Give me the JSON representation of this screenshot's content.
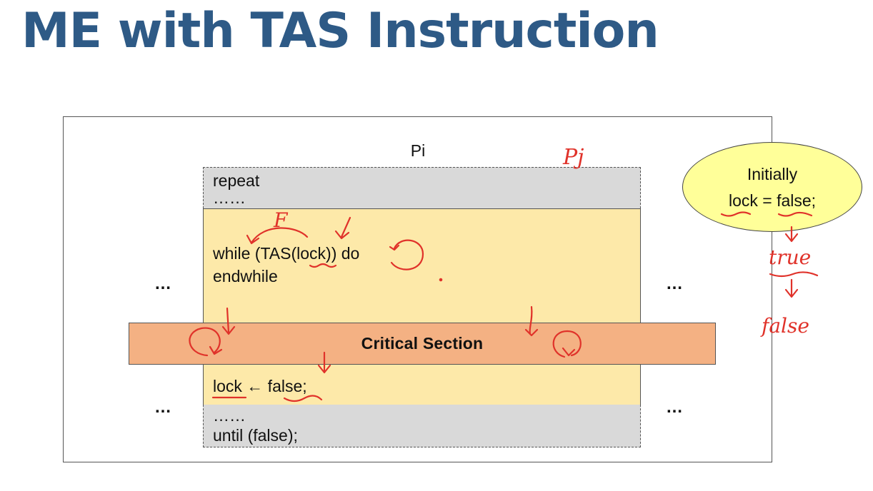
{
  "slide": {
    "title": "ME with TAS Instruction"
  },
  "diagram": {
    "process_label": "Pi",
    "gray_top": {
      "line1": "repeat",
      "line2": "……"
    },
    "yellow": {
      "line1": "while (TAS(lock)) do",
      "line2": "endwhile",
      "exit_line": "lock  ← false;"
    },
    "critical_section": "Critical Section",
    "gray_bottom": {
      "line1": "……",
      "line2": "until (false);"
    },
    "side_dots": "…"
  },
  "callout": {
    "line1": "Initially",
    "line2": "lock = false;"
  },
  "annotations": {
    "handwritten_pj": "Pj",
    "handwritten_f": "F",
    "handwritten_true": "true",
    "handwritten_false": "false",
    "ink_color": "#e0322a"
  }
}
